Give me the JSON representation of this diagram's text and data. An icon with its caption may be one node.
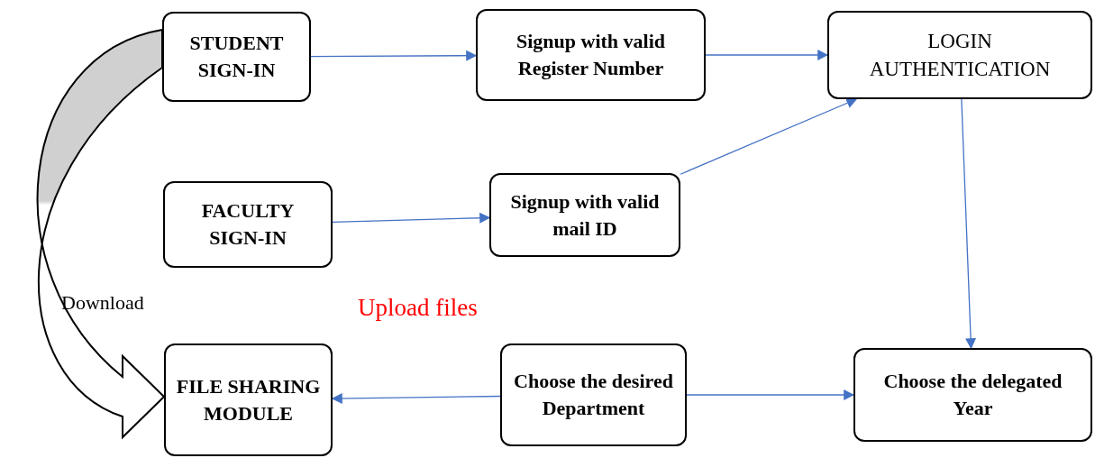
{
  "diagram": {
    "nodes": [
      {
        "text": [
          "STUDENT SIGN-IN"
        ]
      },
      {
        "text": [
          "Signup with valid Register Number"
        ]
      },
      {
        "text": [
          "LOGIN AUTHENTICATION"
        ]
      },
      {
        "text": [
          "FACULTY SIGN-IN"
        ]
      },
      {
        "text": [
          "Signup with valid mail ID"
        ]
      },
      {
        "text": [
          "FILE SHARING MODULE"
        ]
      },
      {
        "text": [
          "Choose the desired Department"
        ]
      },
      {
        "text": [
          "Choose the delegated Year"
        ]
      }
    ],
    "edges": [
      {
        "from": 0,
        "to": 1,
        "arrow": "to"
      },
      {
        "from": 1,
        "to": 2,
        "arrow": "to"
      },
      {
        "from": 3,
        "to": 4,
        "arrow": "to"
      },
      {
        "from": 4,
        "to": 2,
        "arrow": "to"
      },
      {
        "from": 2,
        "to": 7,
        "arrow": "to"
      },
      {
        "from": 6,
        "to": 7,
        "arrow": "to"
      },
      {
        "from": 6,
        "to": 5,
        "arrow": "to"
      },
      {
        "from": 0,
        "to": 5,
        "arrow": "to",
        "label": "Download",
        "style": "thick",
        "color": "#000000"
      }
    ],
    "labels": [
      "Upload files"
    ]
  }
}
